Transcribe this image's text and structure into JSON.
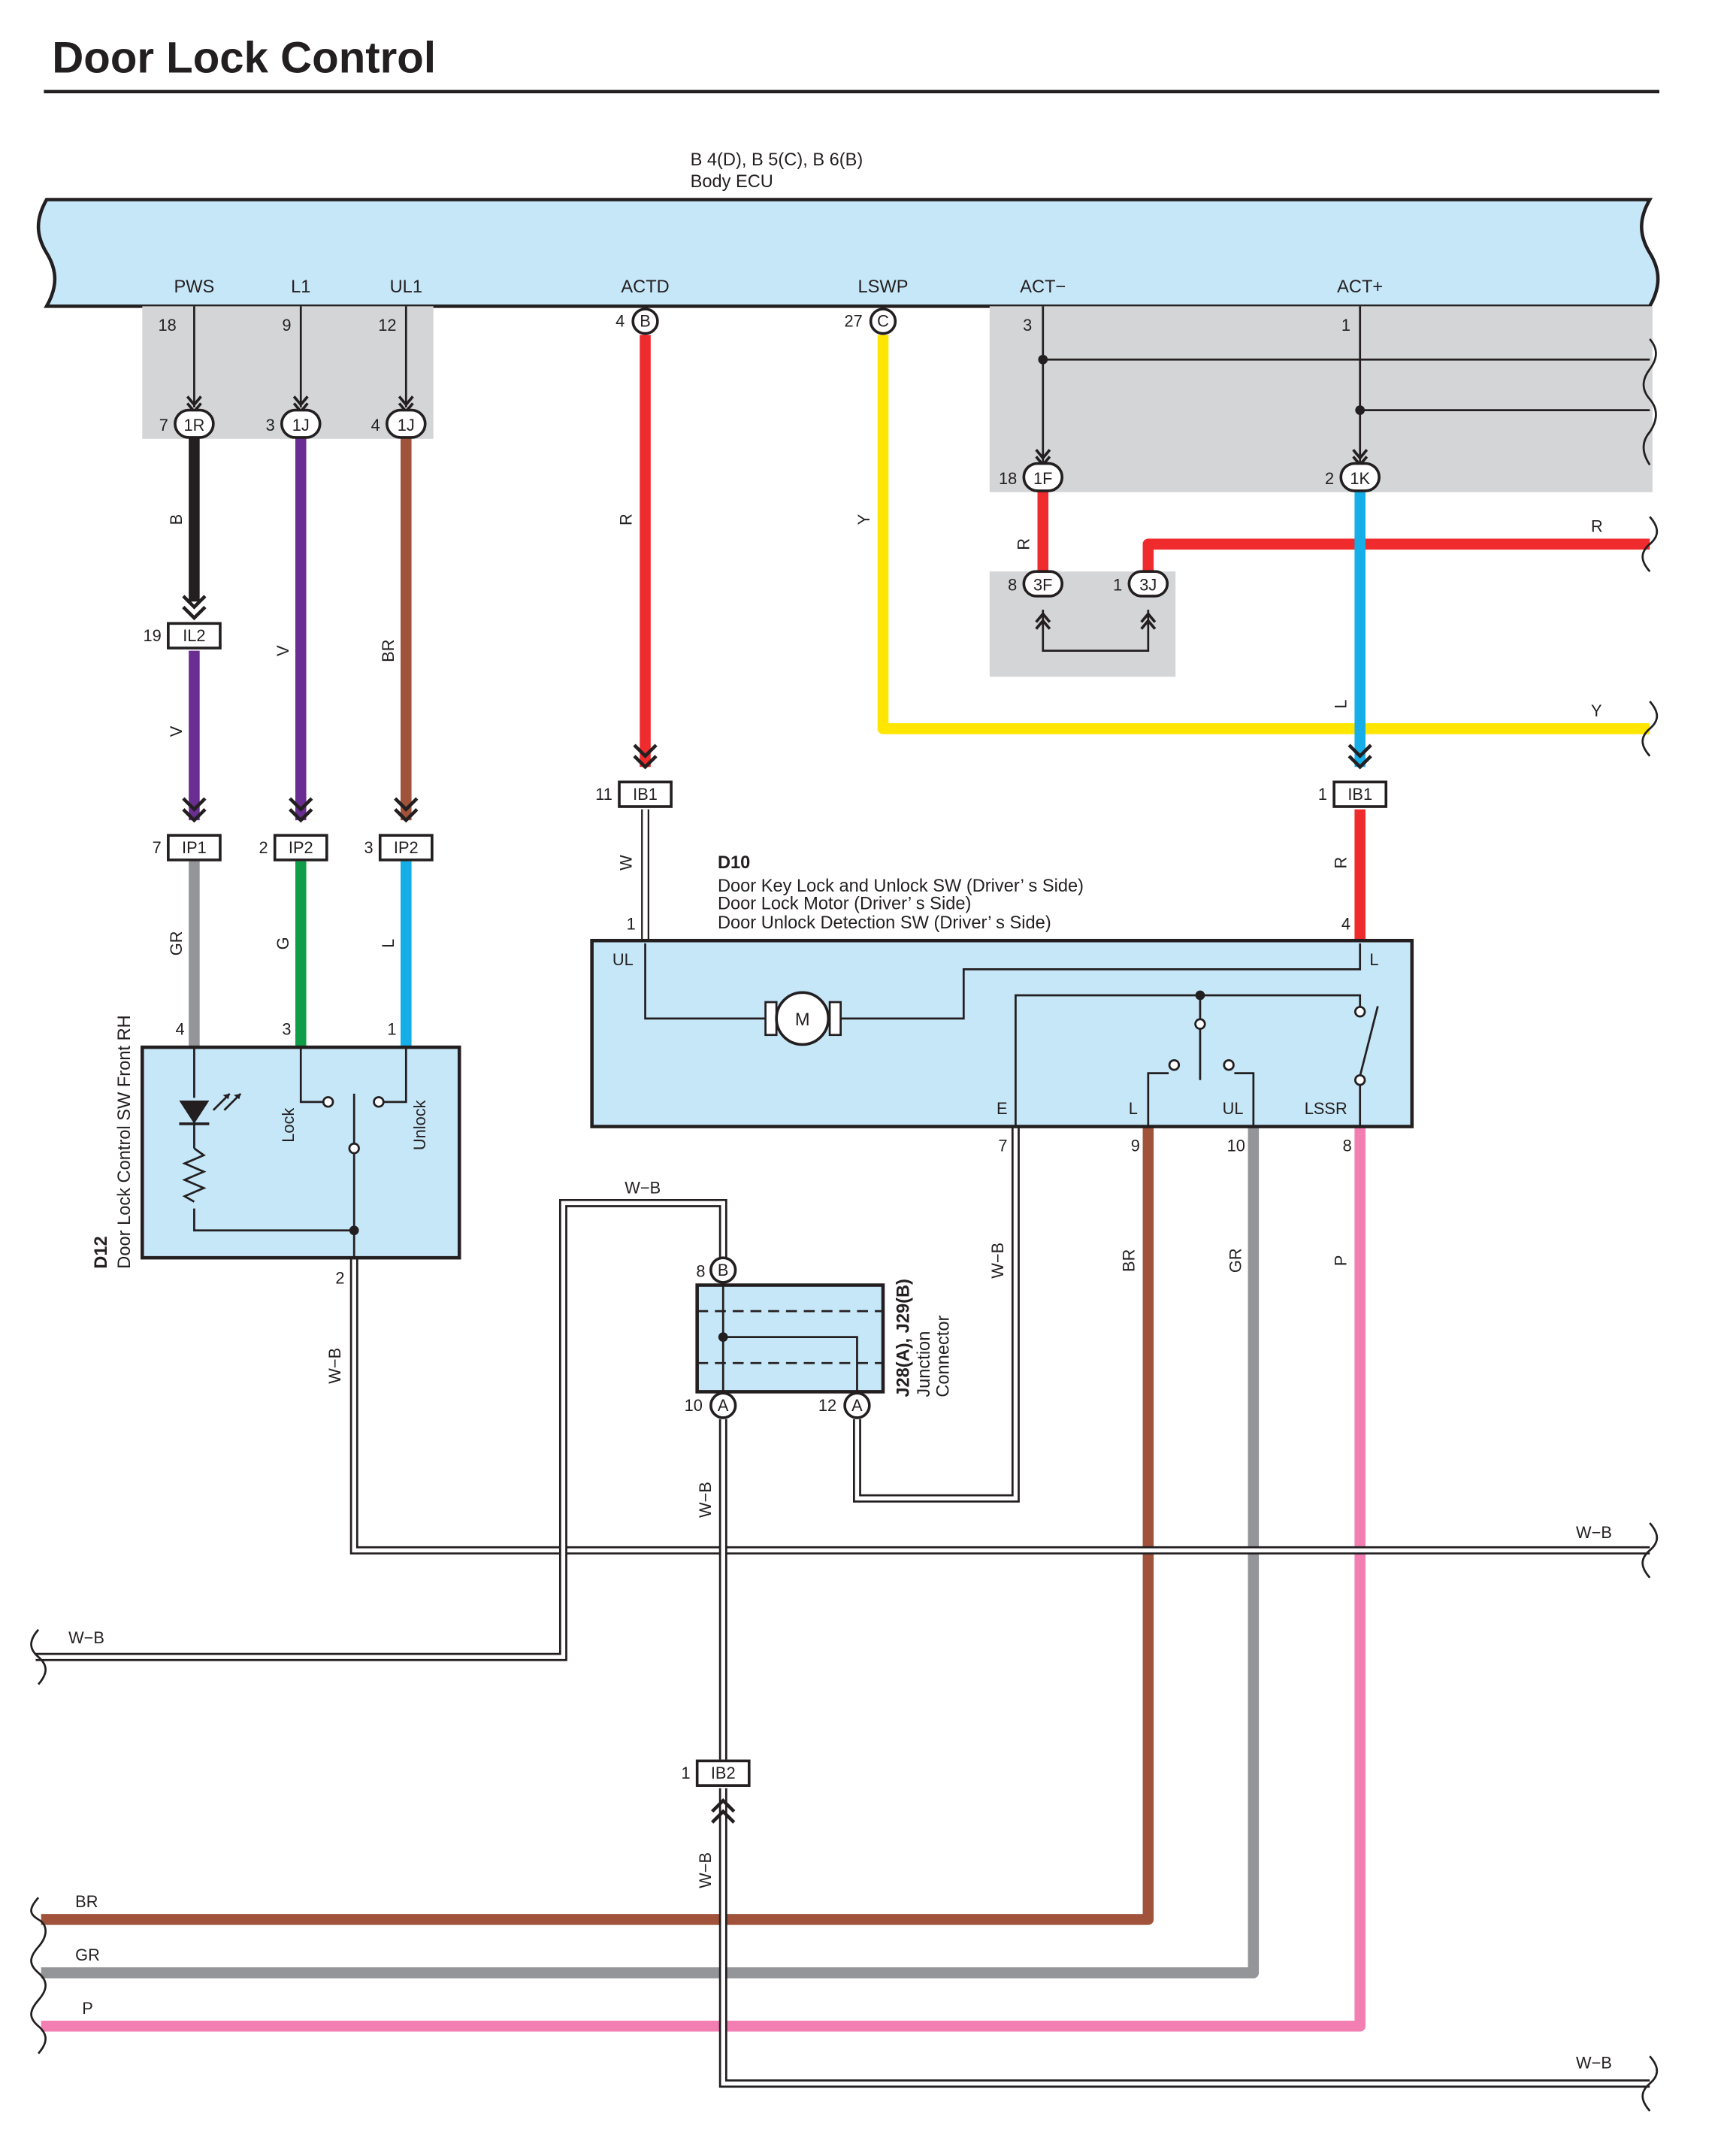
{
  "page": {
    "title": "Door Lock Control"
  },
  "colors": {
    "ecu_fill": "#c6e7f8",
    "splice_gray": "#d4d5d7",
    "wire_R": "#ef2b2d",
    "wire_Y": "#ffe600",
    "wire_B": "#231f20",
    "wire_V": "#6a2d91",
    "wire_BR": "#a0523a",
    "wire_GR": "#939598",
    "wire_G": "#0f9d48",
    "wire_L": "#16aee8",
    "wire_P": "#f27eb2",
    "wire_W": "#ffffff"
  },
  "ecu": {
    "connectors": "B 4(D), B 5(C), B 6(B)",
    "name": "Body ECU",
    "terminals": {
      "pws": {
        "name": "PWS",
        "pin": "18"
      },
      "l1": {
        "name": "L1",
        "pin": "9"
      },
      "ul1": {
        "name": "UL1",
        "pin": "12"
      },
      "actd": {
        "name": "ACTD",
        "pin": "4",
        "conn": "B"
      },
      "lswp": {
        "name": "LSWP",
        "pin": "27",
        "conn": "C"
      },
      "actm": {
        "name": "ACT−",
        "pin": "3"
      },
      "actp": {
        "name": "ACT+",
        "pin": "1"
      }
    }
  },
  "junctions": {
    "j1r": {
      "id": "1R",
      "pin": "7"
    },
    "j1j_a": {
      "id": "1J",
      "pin": "3"
    },
    "j1j_b": {
      "id": "1J",
      "pin": "4"
    },
    "j1f": {
      "id": "1F",
      "pin": "18"
    },
    "j1k": {
      "id": "1K",
      "pin": "2"
    },
    "j3f": {
      "id": "3F",
      "pin": "8"
    },
    "j3j": {
      "id": "3J",
      "pin": "1"
    },
    "il2": {
      "id": "IL2",
      "pin": "19"
    },
    "ip1": {
      "id": "IP1",
      "pin": "7"
    },
    "ip2_a": {
      "id": "IP2",
      "pin": "2"
    },
    "ip2_b": {
      "id": "IP2",
      "pin": "3"
    },
    "ib1_a": {
      "id": "IB1",
      "pin": "11"
    },
    "ib1_b": {
      "id": "IB1",
      "pin": "1"
    },
    "ib2": {
      "id": "IB2",
      "pin": "1"
    }
  },
  "wire_labels": {
    "b": "B",
    "v": "V",
    "br": "BR",
    "r": "R",
    "y": "Y",
    "l": "L",
    "gr": "GR",
    "g": "G",
    "w": "W",
    "wb": "W−B",
    "p": "P"
  },
  "d10": {
    "code": "D10",
    "line1": "Door Key Lock and Unlock SW (Driver’ s Side)",
    "line2": "Door Lock Motor (Driver’ s Side)",
    "line3": "Door Unlock Detection SW (Driver’ s Side)",
    "pin_ul_top": "1",
    "pin_l_top": "4",
    "label_ul_top": "UL",
    "label_l_top": "L",
    "motor": "M",
    "label_e": "E",
    "label_l": "L",
    "label_ul": "UL",
    "label_lssr": "LSSR",
    "pin_e": "7",
    "pin_l": "9",
    "pin_ul": "10",
    "pin_lssr": "8"
  },
  "d12": {
    "code": "D12",
    "name": "Door Lock Control SW Front RH",
    "lock": "Lock",
    "unlock": "Unlock",
    "pin_4": "4",
    "pin_3": "3",
    "pin_1": "1",
    "pin_2": "2"
  },
  "j28": {
    "code": "J28(A), J29(B)",
    "name1": "Junction",
    "name2": "Connector",
    "pin_b": "8",
    "conn_b": "B",
    "pin_a1": "10",
    "pin_a2": "12",
    "conn_a": "A"
  }
}
